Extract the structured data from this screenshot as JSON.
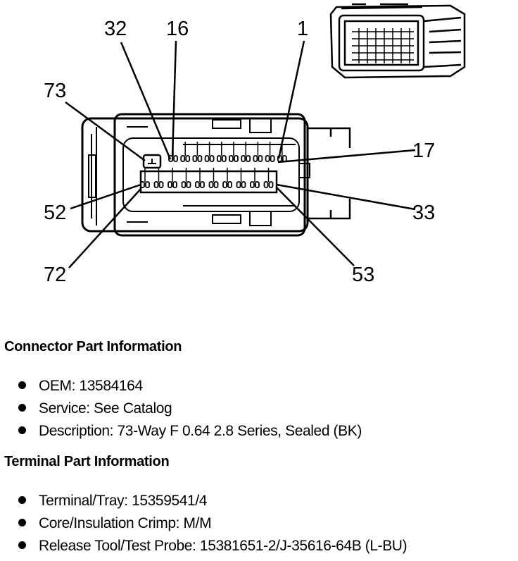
{
  "diagram": {
    "pin_labels": {
      "p32": "32",
      "p16": "16",
      "p1": "1",
      "p73": "73",
      "p17": "17",
      "p52": "52",
      "p33": "33",
      "p72": "72",
      "p53": "53"
    }
  },
  "connector_info": {
    "heading": "Connector Part Information",
    "items": [
      "OEM: 13584164",
      "Service: See Catalog",
      "Description: 73-Way F 0.64 2.8 Series, Sealed (BK)"
    ]
  },
  "terminal_info": {
    "heading": "Terminal Part Information",
    "items": [
      "Terminal/Tray: 15359541/4",
      "Core/Insulation Crimp: M/M",
      "Release Tool/Test Probe: 15381651-2/J-35616-64B (L-BU)"
    ]
  }
}
